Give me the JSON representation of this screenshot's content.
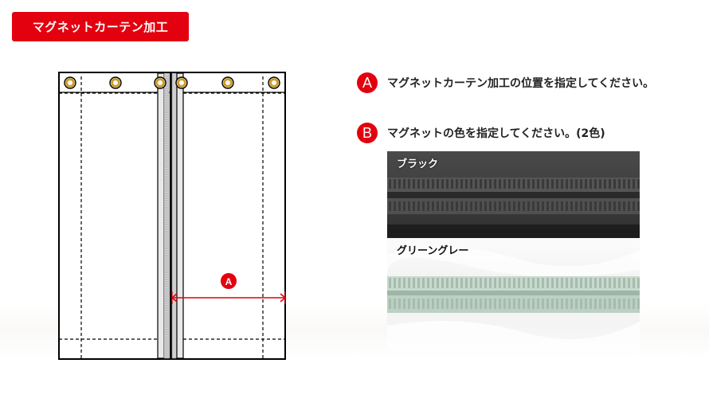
{
  "header": {
    "title": "マグネットカーテン加工"
  },
  "diagram": {
    "marker_label": "A"
  },
  "instructions": [
    {
      "letter": "A",
      "text": "マグネットカーテン加工の位置を指定してください。"
    },
    {
      "letter": "B",
      "text": "マグネットの色を指定してください。(2色)"
    }
  ],
  "swatches": [
    {
      "label": "ブラック",
      "color": "#3d3d3d"
    },
    {
      "label": "グリーングレー",
      "color": "#b9cdc0"
    }
  ],
  "colors": {
    "accent": "#e3000f",
    "grommet": "#d4a017"
  }
}
